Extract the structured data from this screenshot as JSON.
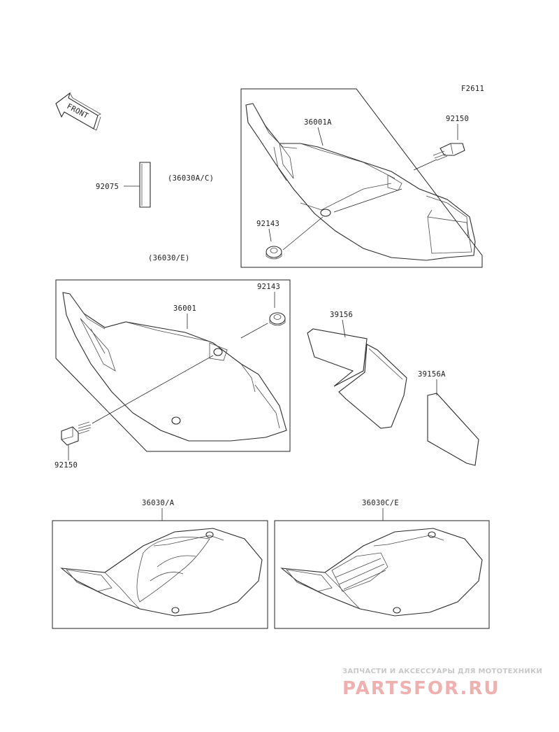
{
  "figure_code": "F2611",
  "front_label": "FRONT",
  "labels": {
    "p36001A": "36001A",
    "p92150_top": "92150",
    "p92143_top": "92143",
    "p92075": "92075",
    "p36030AC": "(36030A/C)",
    "p36030E": "(36030/E)",
    "p92143_mid": "92143",
    "p36001": "36001",
    "p92150_mid": "92150",
    "p39156": "39156",
    "p39156A": "39156A",
    "p36030A": "36030/A",
    "p36030CE": "36030C/E"
  },
  "watermark": {
    "line1": "ЗАПЧАСТИ И АКСЕССУАРЫ ДЛЯ МОТОТЕХНИКИ",
    "line2": "PARTSFOR.RU"
  },
  "colors": {
    "line": "#2a2a2a",
    "watermark_red": "#f0b0b0",
    "watermark_grey": "#c8c8c8"
  }
}
